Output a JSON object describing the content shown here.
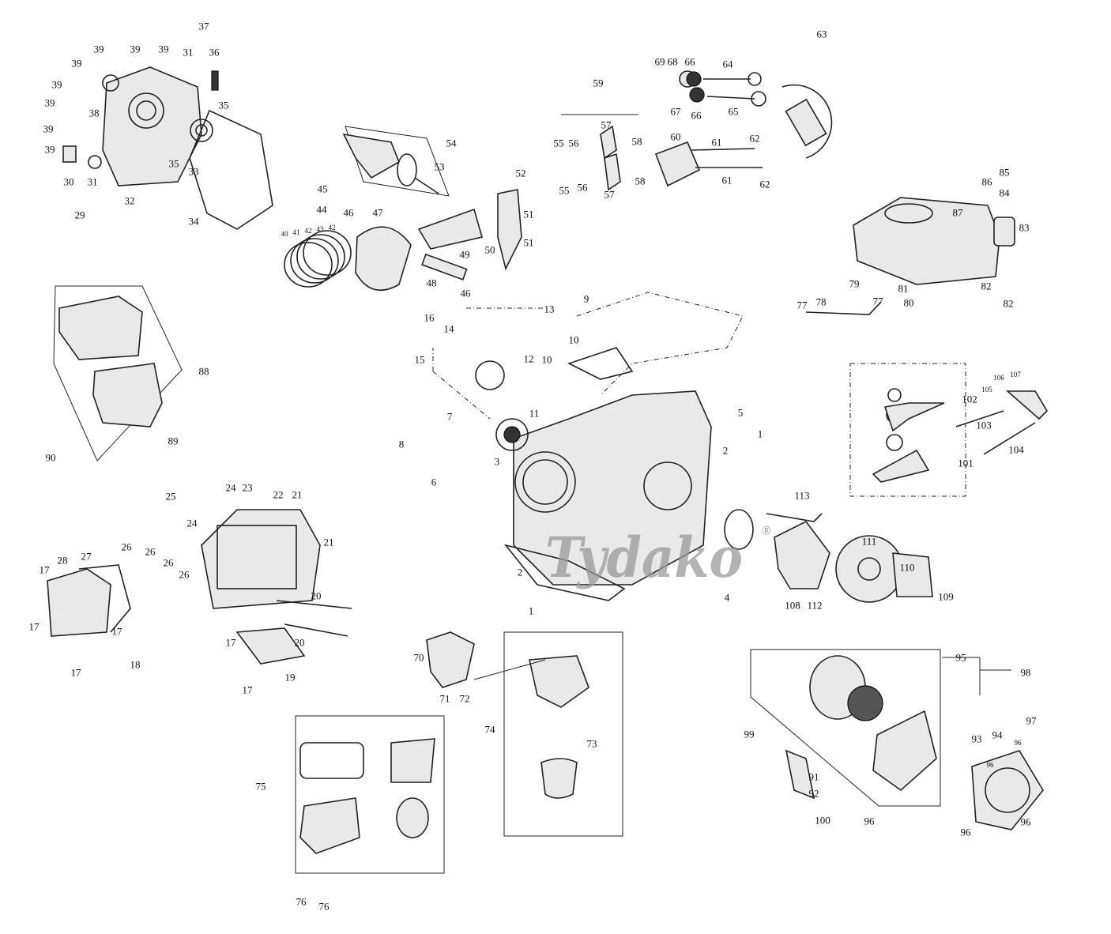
{
  "diagram": {
    "title": "Engine exploded parts diagram",
    "watermark": "Tydako",
    "watermark_mark": "®",
    "labels": [
      "37",
      "39",
      "39",
      "39",
      "39",
      "39",
      "39",
      "39",
      "39",
      "31",
      "36",
      "35",
      "38",
      "35",
      "33",
      "30",
      "31",
      "29",
      "32",
      "34",
      "63",
      "69",
      "68",
      "66",
      "64",
      "67",
      "66",
      "65",
      "59",
      "57",
      "55",
      "56",
      "58",
      "60",
      "61",
      "62",
      "55",
      "56",
      "57",
      "58",
      "61",
      "62",
      "54",
      "53",
      "52",
      "51",
      "51",
      "50",
      "49",
      "45",
      "44",
      "40",
      "41",
      "42",
      "43",
      "42",
      "46",
      "47",
      "48",
      "46",
      "85",
      "86",
      "84",
      "87",
      "83",
      "79",
      "81",
      "82",
      "77",
      "78",
      "77",
      "80",
      "82",
      "9",
      "13",
      "16",
      "14",
      "15",
      "10",
      "10",
      "12",
      "11",
      "7",
      "8",
      "3",
      "6",
      "5",
      "1",
      "2",
      "4",
      "2",
      "1",
      "88",
      "89",
      "90",
      "101",
      "102",
      "103",
      "104",
      "105",
      "106",
      "107",
      "113",
      "111",
      "110",
      "109",
      "112",
      "108",
      "25",
      "24",
      "24",
      "23",
      "22",
      "21",
      "21",
      "28",
      "27",
      "26",
      "26",
      "26",
      "26",
      "17",
      "20",
      "20",
      "17",
      "19",
      "17",
      "17",
      "17",
      "17",
      "18",
      "70",
      "71",
      "72",
      "74",
      "73",
      "75",
      "76",
      "76",
      "95",
      "98",
      "99",
      "93",
      "94",
      "97",
      "96",
      "96",
      "91",
      "92",
      "100",
      "96",
      "96",
      "96"
    ]
  }
}
